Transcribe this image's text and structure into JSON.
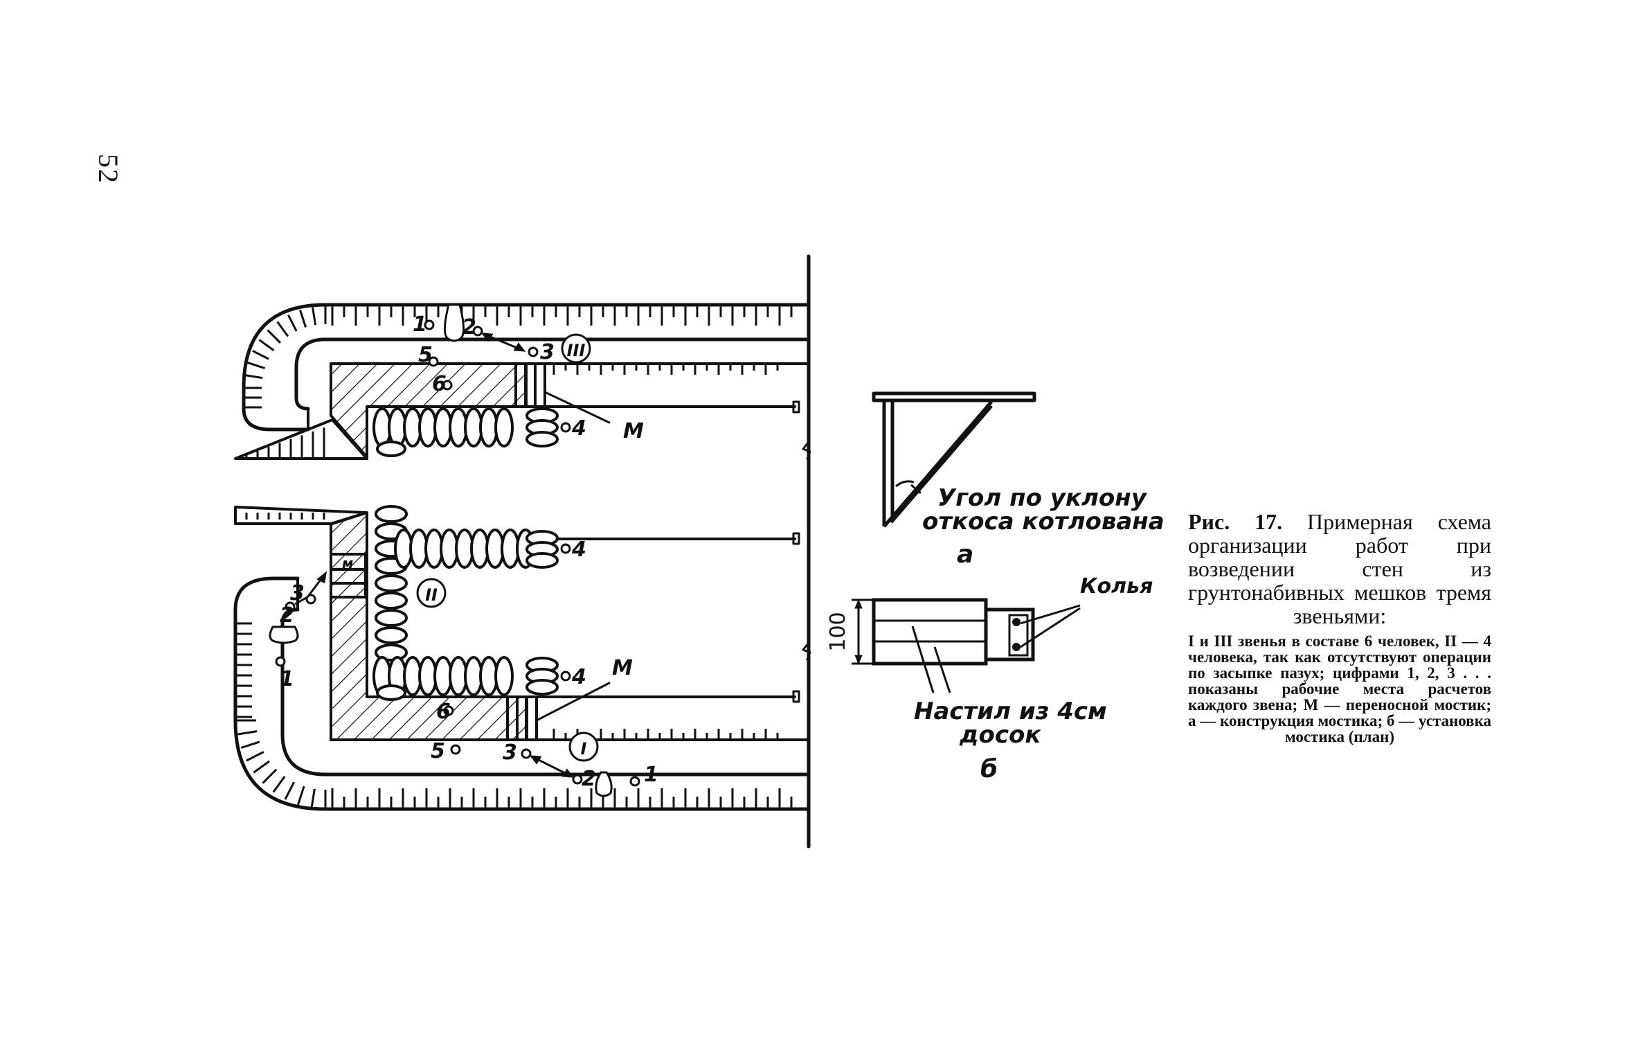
{
  "page_number": "52",
  "scheme": {
    "label_M_top": "M",
    "label_M_bottom": "M",
    "label_M_small": "м",
    "crew_I": "I",
    "crew_II": "II",
    "crew_III": "III",
    "pos_1": "1",
    "pos_2": "2",
    "pos_3": "3",
    "pos_4": "4",
    "pos_5": "5",
    "pos_6": "6"
  },
  "detail_a": {
    "label_line1": "Угол по уклону",
    "label_line2": "откоса котлована",
    "letter": "а"
  },
  "detail_b": {
    "dimension": "100",
    "stakes_label": "Колья",
    "deck_line1": "Настил из 4см",
    "deck_line2": "досок",
    "letter": "б"
  },
  "caption": {
    "fig_prefix": "Рис. 17.",
    "title": "Примерная схема организации работ при возведении стен из грунтонабивных мешков тремя звеньями:",
    "body": "I и III звенья в составе 6 человек, II — 4 человека, так как отсутствуют операции по засыпке пазух; цифрами 1, 2, 3 . . . показаны рабочие места расчетов каждого звена; М — переносной мостик; а — конструкция мостика; б — установка мостика (план)"
  }
}
